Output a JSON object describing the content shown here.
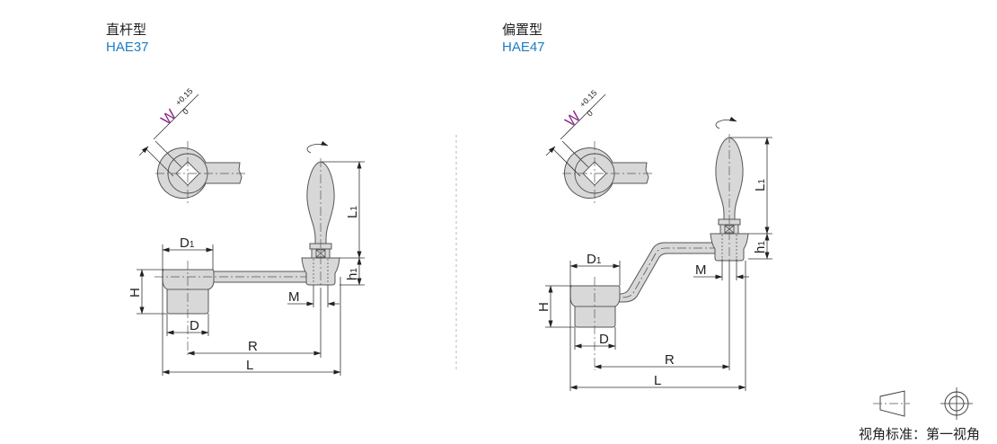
{
  "left": {
    "type_name": "直杆型",
    "model": "HAE37"
  },
  "right": {
    "type_name": "偏置型",
    "model": "HAE47"
  },
  "dimensions": {
    "W": "W",
    "W_upper": "+0.15",
    "W_lower": "0",
    "D1": {
      "base": "D",
      "sub": "1"
    },
    "H": "H",
    "D": "D",
    "R": "R",
    "L": "L",
    "L1": {
      "base": "L",
      "sub": "1"
    },
    "h1": {
      "base": "h",
      "sub": "1"
    },
    "M": "M"
  },
  "legend": {
    "text": "视角标准：第一视角"
  },
  "colors": {
    "model": "#1a7ec2",
    "tolerance_letter": "#8b2a86",
    "part_fill": "#d8d8d8"
  }
}
